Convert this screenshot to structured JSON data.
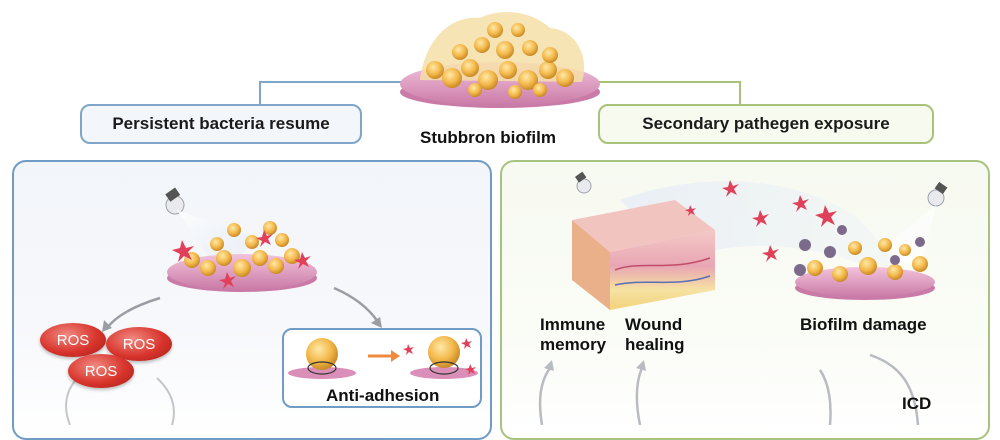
{
  "top": {
    "center_label": "Stubbron biofilm",
    "left_pill": "Persistent bacteria resume",
    "right_pill": "Secondary pathegen exposure"
  },
  "left_panel": {
    "ros_labels": [
      "ROS",
      "ROS",
      "ROS"
    ],
    "anti_adhesion_label": "Anti-adhesion"
  },
  "right_panel": {
    "immune_label": [
      "Immune",
      "memory"
    ],
    "wound_label": [
      "Wound",
      "healing"
    ],
    "biofilm_damage_label": "Biofilm damage",
    "icd_label": "ICD"
  },
  "colors": {
    "left_accent": "#6f9bc4",
    "right_accent": "#a8c27f",
    "ros_red": "#d8342c",
    "bacteria": "#f3b84a",
    "plate": "#e9a3c7",
    "arrow_orange": "#f08a3c"
  }
}
